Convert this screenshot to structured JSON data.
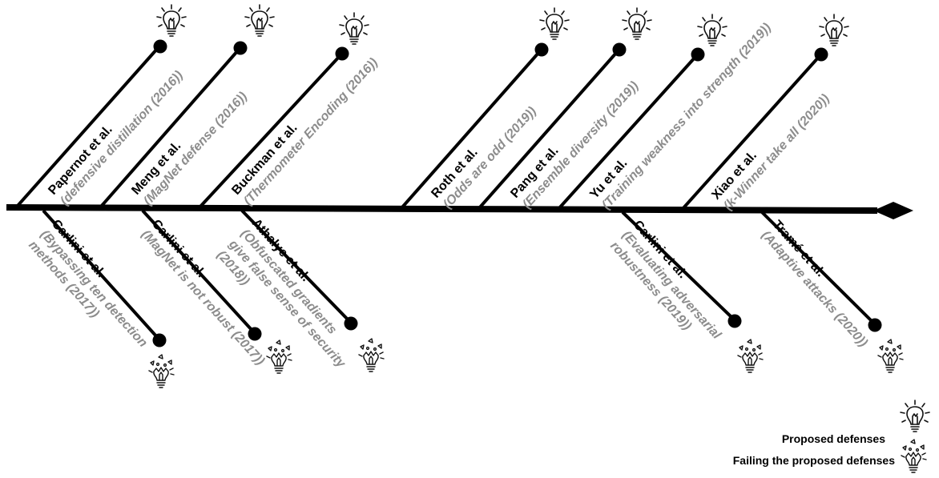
{
  "defenses": [
    {
      "author": "Papernot et al.",
      "work": "(defensive distillation (2016))"
    },
    {
      "author": "Meng et al.",
      "work": "(MagNet defense (2016))"
    },
    {
      "author": "Buckman et al.",
      "work": "(Thermometer Encoding (2016))"
    },
    {
      "author": "Roth et al.",
      "work": "(Odds are odd (2019))"
    },
    {
      "author": "Pang et al.",
      "work": "(Ensemble diversity (2019))"
    },
    {
      "author": "Yu et al.",
      "work": "(Training weakness into strength (2019))"
    },
    {
      "author": "Xiao et al.",
      "work": "(k-Winner take all (2020))"
    }
  ],
  "attacks": [
    {
      "author": "Carlini et al.",
      "work": [
        "(Bypassing ten detection",
        "methods (2017))"
      ]
    },
    {
      "author": "Carlini et al.",
      "work": [
        "(MagNet is not robust (2017))"
      ]
    },
    {
      "author": "Athalye et al.",
      "work": [
        "(Obfuscated gradients",
        "give false sense of security",
        "(2018))"
      ]
    },
    {
      "author": "Carlini et al.",
      "work": [
        "(Evaluating adversarial",
        "robustness (2019))"
      ]
    },
    {
      "author": "Tramé et al.",
      "work": [
        "(Adaptive attacks (2020))"
      ]
    }
  ],
  "legend": {
    "proposed": "Proposed defenses",
    "failing": "Failing the proposed defenses"
  },
  "icons": {
    "defense": "lightbulb-icon",
    "failure": "broken-lightbulb-icon"
  }
}
